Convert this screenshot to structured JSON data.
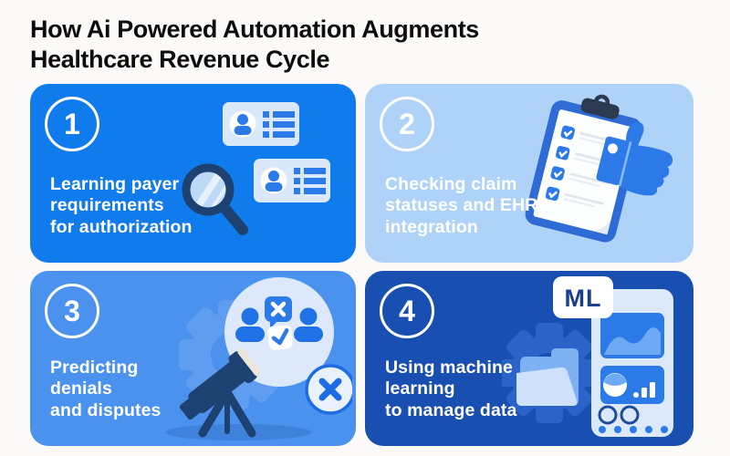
{
  "page": {
    "title_line1": "How Ai Powered Automation Augments",
    "title_line2": "Healthcare Revenue Cycle",
    "background": "#fbfaf8",
    "title_color": "#0d0d0d"
  },
  "cards": [
    {
      "number": "1",
      "lines": [
        "Learning payer",
        "requirements",
        "for authorization"
      ],
      "bg": "#107bec",
      "icon": "id-cards-magnifier-icon"
    },
    {
      "number": "2",
      "lines": [
        "Checking claim",
        "statuses and EHR",
        "integration"
      ],
      "bg": "#aed2f8",
      "icon": "clipboard-thumbs-up-icon"
    },
    {
      "number": "3",
      "lines": [
        "Predicting",
        "denials",
        "and disputes"
      ],
      "bg": "#4b92ee",
      "icon": "telescope-denials-icon"
    },
    {
      "number": "4",
      "lines": [
        "Using machine",
        "learning",
        "to manage data"
      ],
      "bg": "#1a4fb2",
      "badge": "ML",
      "icon": "ml-data-dashboard-icon"
    }
  ]
}
